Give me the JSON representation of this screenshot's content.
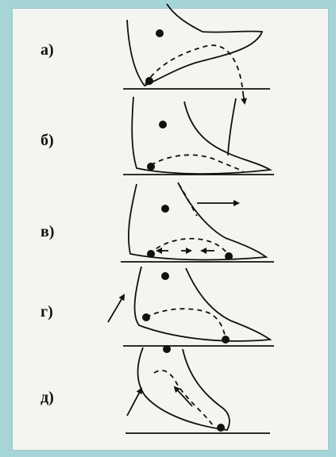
{
  "colors": {
    "frame": "#a6d5d7",
    "paper": "#f4f4f0",
    "ink": "#111111"
  },
  "stages": [
    {
      "label": "а)"
    },
    {
      "label": "б)"
    },
    {
      "label": "в)"
    },
    {
      "label": "г)"
    },
    {
      "label": "д)"
    }
  ]
}
